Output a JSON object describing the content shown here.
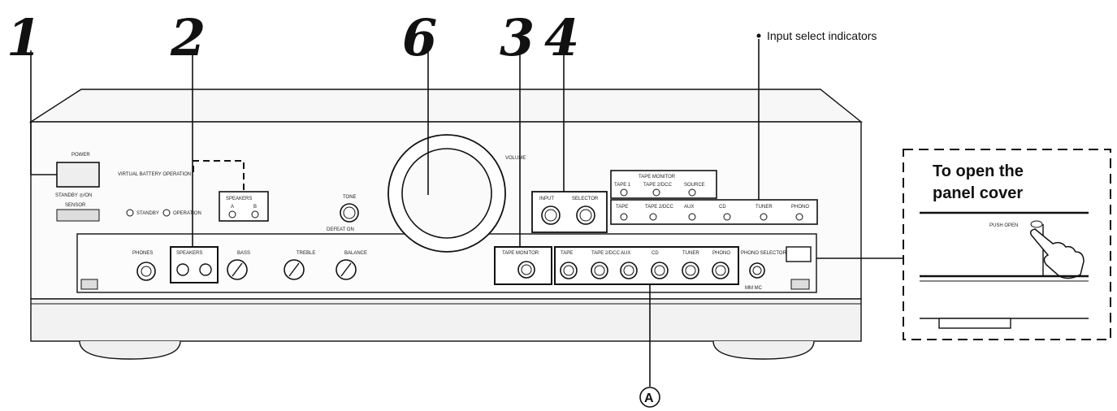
{
  "callouts": {
    "n1": "1",
    "n2": "2",
    "n6": "6",
    "n3": "3",
    "n4": "4",
    "input_select": "Input select indicators",
    "panel_cover": [
      "To open the",
      "panel cover"
    ],
    "marker_a": "A"
  },
  "panel": {
    "power": "POWER",
    "standby_on": "STANDBY ◎/ON",
    "sensor": "SENSOR",
    "virtual_battery": "VIRTUAL BATTERY OPERATION",
    "standby": "STANDBY",
    "operation": "OPERATION",
    "speakers": "SPEAKERS",
    "speakers_a": "A",
    "speakers_b": "B",
    "tone": "TONE",
    "tone_sub": "DEFEAT ON",
    "volume": "VOLUME",
    "tape_monitor_group": "TAPE MONITOR",
    "tm_tape1": "TAPE 1",
    "tm_tape2": "TAPE 2/DCC",
    "tm_source": "SOURCE",
    "input": "INPUT",
    "selector": "SELECTOR",
    "indicators": [
      "TAPE",
      "TAPE 2/DCC",
      "AUX",
      "CD",
      "TUNER",
      "PHONO"
    ],
    "phones": "PHONES",
    "speakers_lower": "SPEAKERS",
    "bass": "BASS",
    "treble": "TREBLE",
    "balance": "BALANCE",
    "tape_monitor_btn": "TAPE MONITOR",
    "inputs_lower": [
      "TAPE",
      "TAPE 2/DCC",
      "AUX",
      "CD",
      "TUNER",
      "PHONO"
    ],
    "phono_selector": "PHONO SELECTOR",
    "mm_mc": "MM MC",
    "push_open": "PUSH OPEN"
  }
}
